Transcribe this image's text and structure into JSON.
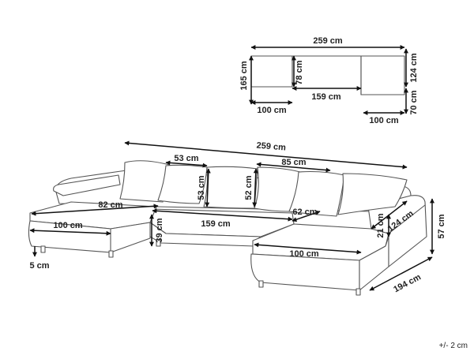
{
  "top_view": {
    "width": "259 cm",
    "depth_left": "165 cm",
    "inner_depth": "78 cm",
    "inner_width": "159 cm",
    "left_seat_width": "100 cm",
    "right_seat_width": "100 cm",
    "depth_right": "124 cm",
    "right_back_depth": "70 cm"
  },
  "sofa_view": {
    "total_width": "259 cm",
    "cushion_small_width": "53 cm",
    "cushion_large_width": "85 cm",
    "cushion_small_height": "53 cm",
    "cushion_large_height": "52 cm",
    "left_seat_depth": "82 cm",
    "left_chaise_width": "100 cm",
    "middle_width": "159 cm",
    "right_seat_depth": "62 cm",
    "right_chaise_width": "100 cm",
    "right_depth": "124 cm",
    "armrest_height": "21 cm",
    "total_height": "57 cm",
    "seat_height": "39 cm",
    "leg_height": "5 cm",
    "total_depth": "194 cm"
  },
  "tolerance": "+/- 2 cm"
}
